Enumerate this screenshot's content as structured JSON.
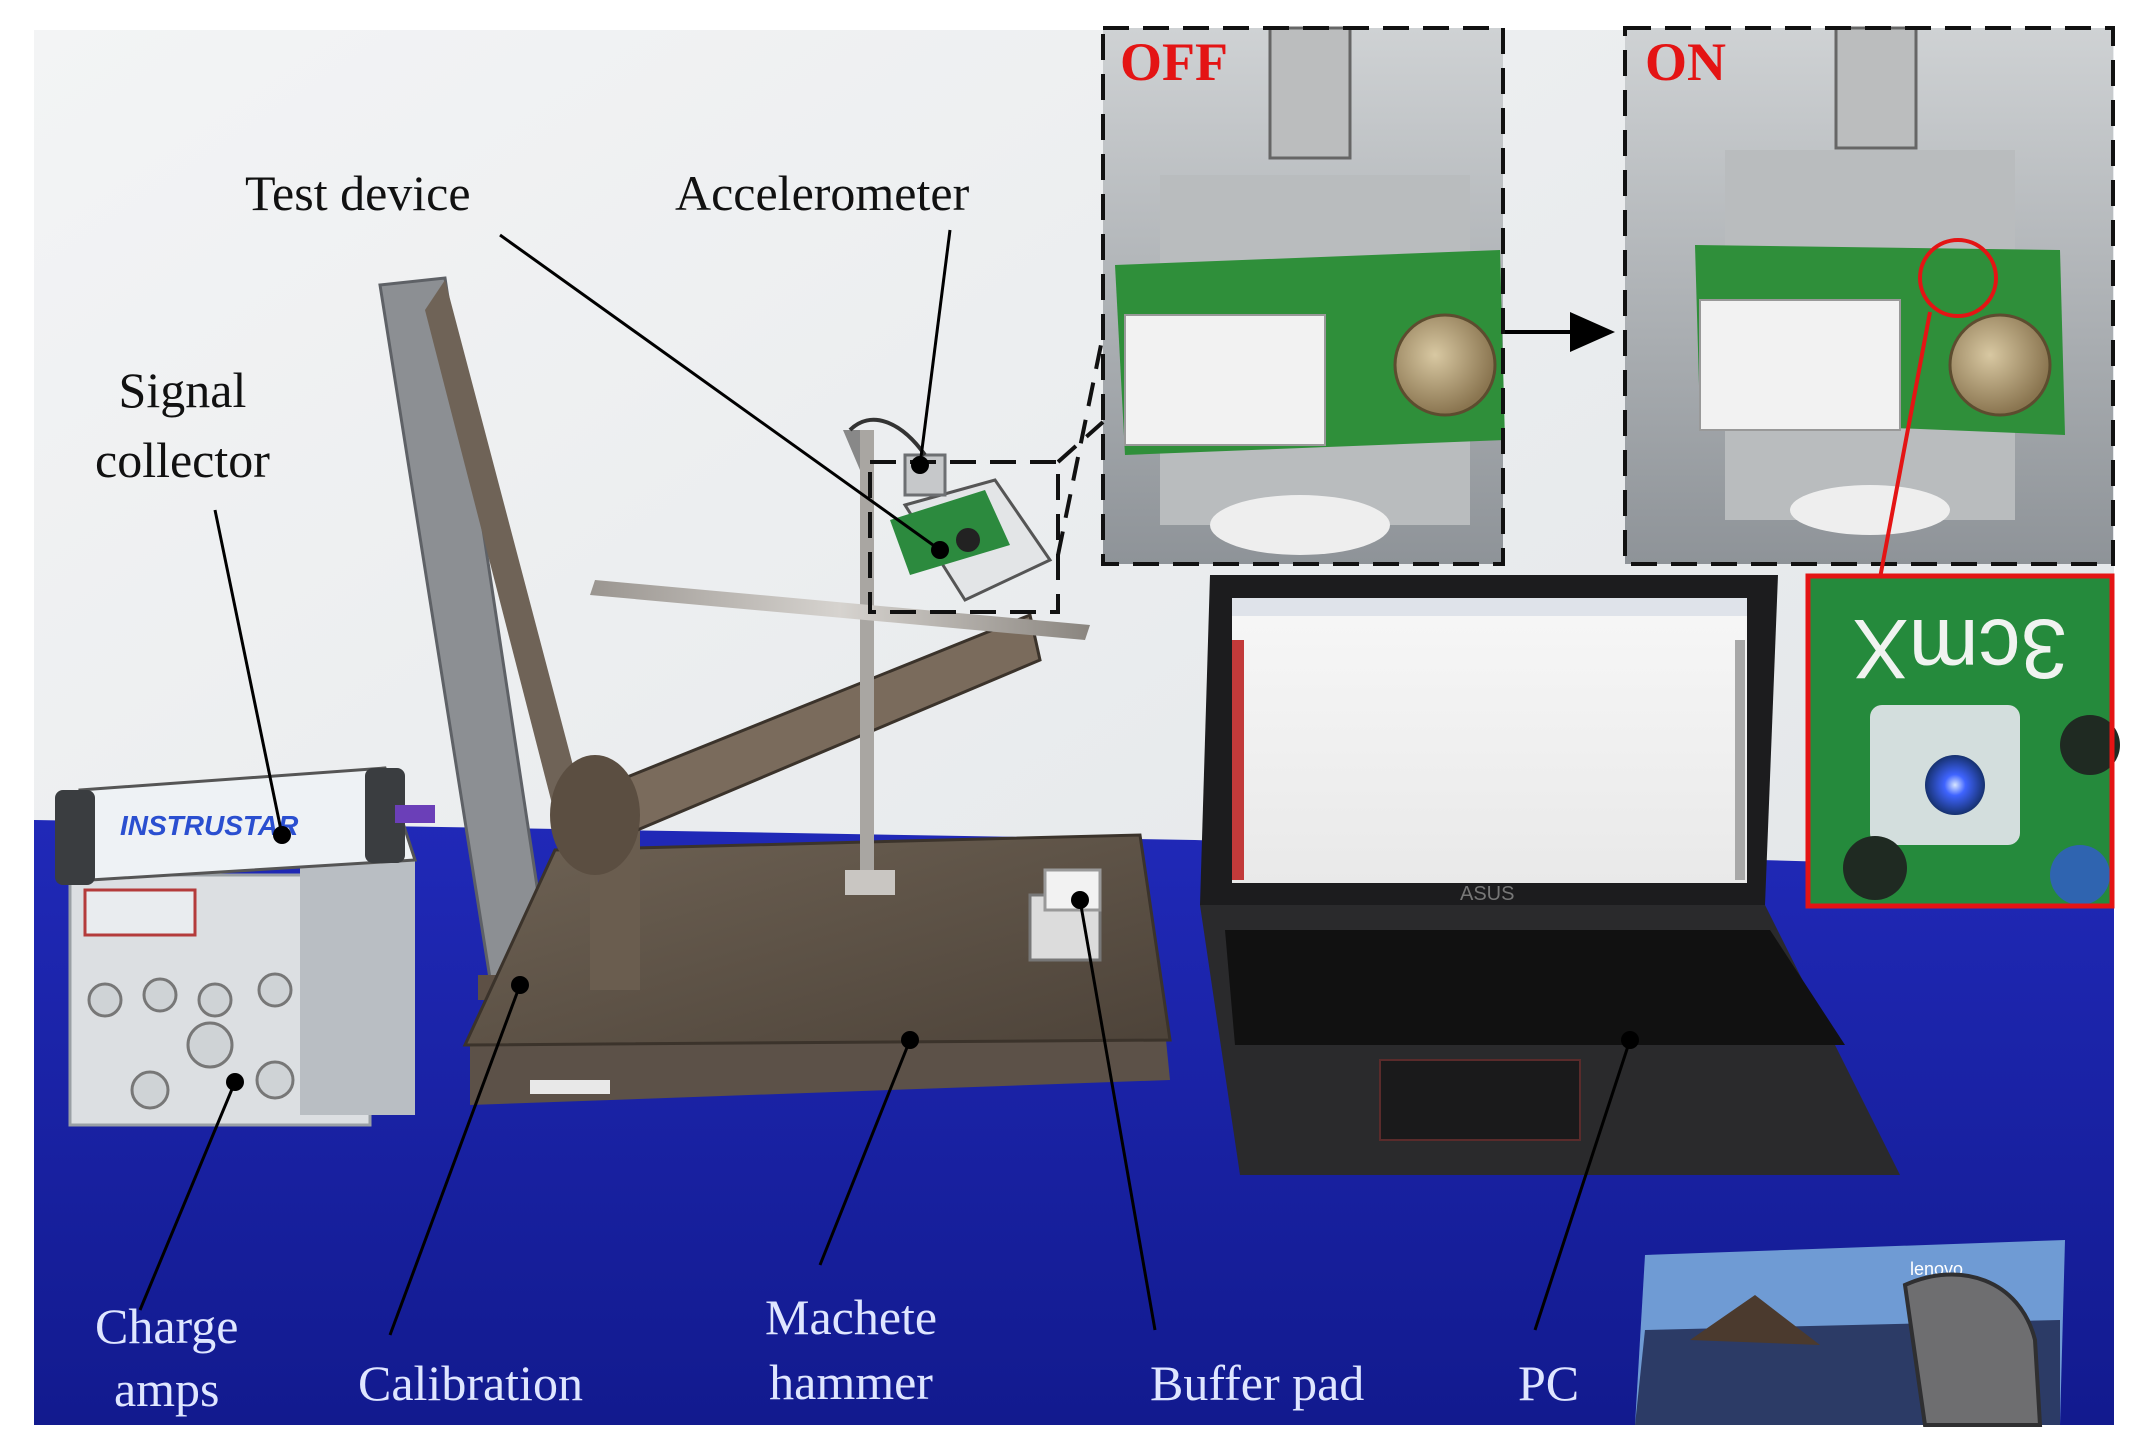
{
  "labels": {
    "test_device": "Test device",
    "accelerometer": "Accelerometer",
    "signal_collector_line1": "Signal",
    "signal_collector_line2": "collector",
    "charge_amps_line1": "Charge",
    "charge_amps_line2": "amps",
    "calibration": "Calibration",
    "machete_hammer_line1": "Machete",
    "machete_hammer_line2": "hammer",
    "buffer_pad": "Buffer pad",
    "pc": "PC"
  },
  "insets": {
    "off_label": "OFF",
    "on_label": "ON",
    "pcb_text": "3cmX"
  },
  "equipment": {
    "collector_brand": "INSTRUSTAR",
    "laptop_brand": "ASUS",
    "mouse_brand": "lenovo"
  },
  "colors": {
    "tablecloth": "#1b22a8",
    "wall": "#eef0f1",
    "state_label": "#e41414",
    "callout_frame": "#e41414",
    "pcb": "#1f8a3a",
    "leader_line": "#000000"
  }
}
